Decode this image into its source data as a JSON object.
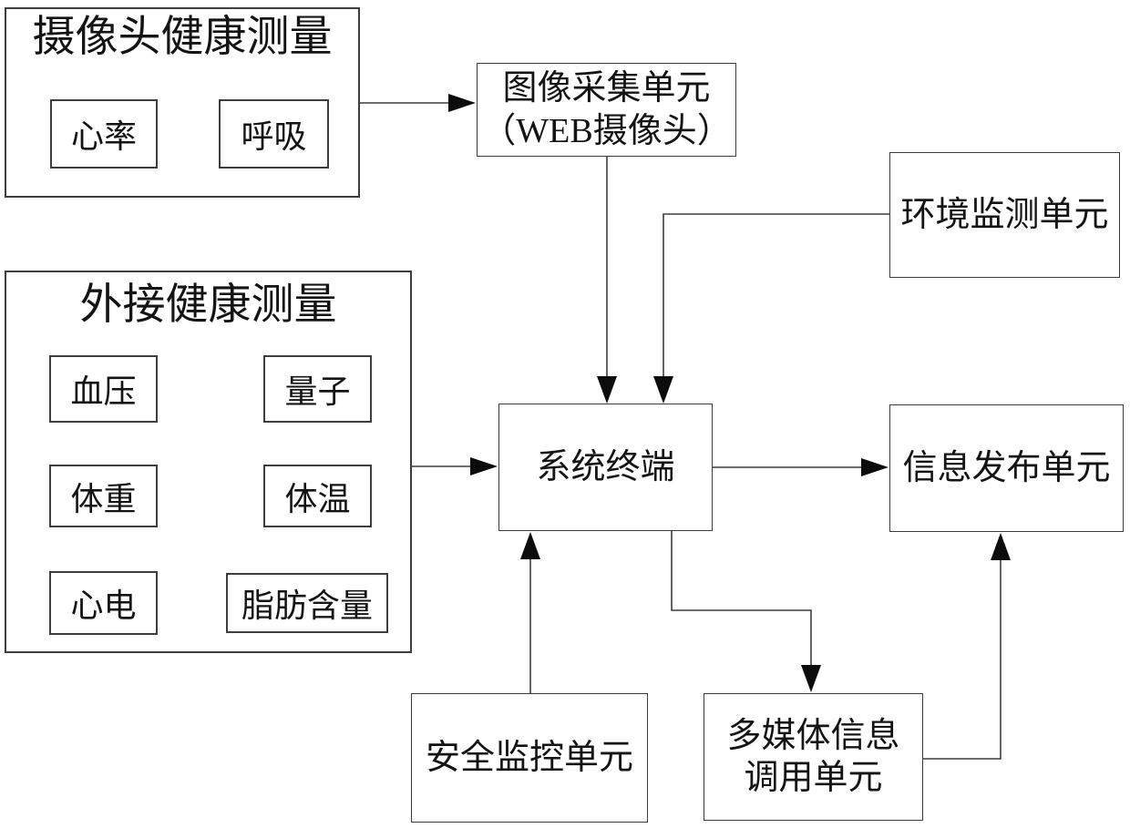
{
  "diagram": {
    "background_color": "#ffffff",
    "line_color": "#3d3d3d",
    "arrow_color": "#0c0c0c",
    "boxes": {
      "camera_health": {
        "title": "摄像头健康测量",
        "items": [
          {
            "label": "心率"
          },
          {
            "label": "呼吸"
          }
        ]
      },
      "image_capture": {
        "line1": "图像采集单元",
        "line2": "（WEB摄像头）"
      },
      "environment_monitor": {
        "label": "环境监测单元"
      },
      "external_health": {
        "title": "外接健康测量",
        "items": [
          {
            "label": "血压"
          },
          {
            "label": "量子"
          },
          {
            "label": "体重"
          },
          {
            "label": "体温"
          },
          {
            "label": "心电"
          },
          {
            "label": "脂肪含量"
          }
        ]
      },
      "system_terminal": {
        "label": "系统终端"
      },
      "info_publish": {
        "label": "信息发布单元"
      },
      "security_monitor": {
        "label": "安全监控单元"
      },
      "multimedia_recall": {
        "line1": "多媒体信息",
        "line2": "调用单元"
      }
    },
    "connections": [
      {
        "from": "camera_health",
        "to": "image_capture"
      },
      {
        "from": "image_capture",
        "to": "system_terminal"
      },
      {
        "from": "environment_monitor",
        "to": "system_terminal"
      },
      {
        "from": "external_health",
        "to": "system_terminal"
      },
      {
        "from": "security_monitor",
        "to": "system_terminal"
      },
      {
        "from": "system_terminal",
        "to": "info_publish"
      },
      {
        "from": "system_terminal",
        "to": "multimedia_recall"
      },
      {
        "from": "multimedia_recall",
        "to": "info_publish"
      }
    ]
  }
}
